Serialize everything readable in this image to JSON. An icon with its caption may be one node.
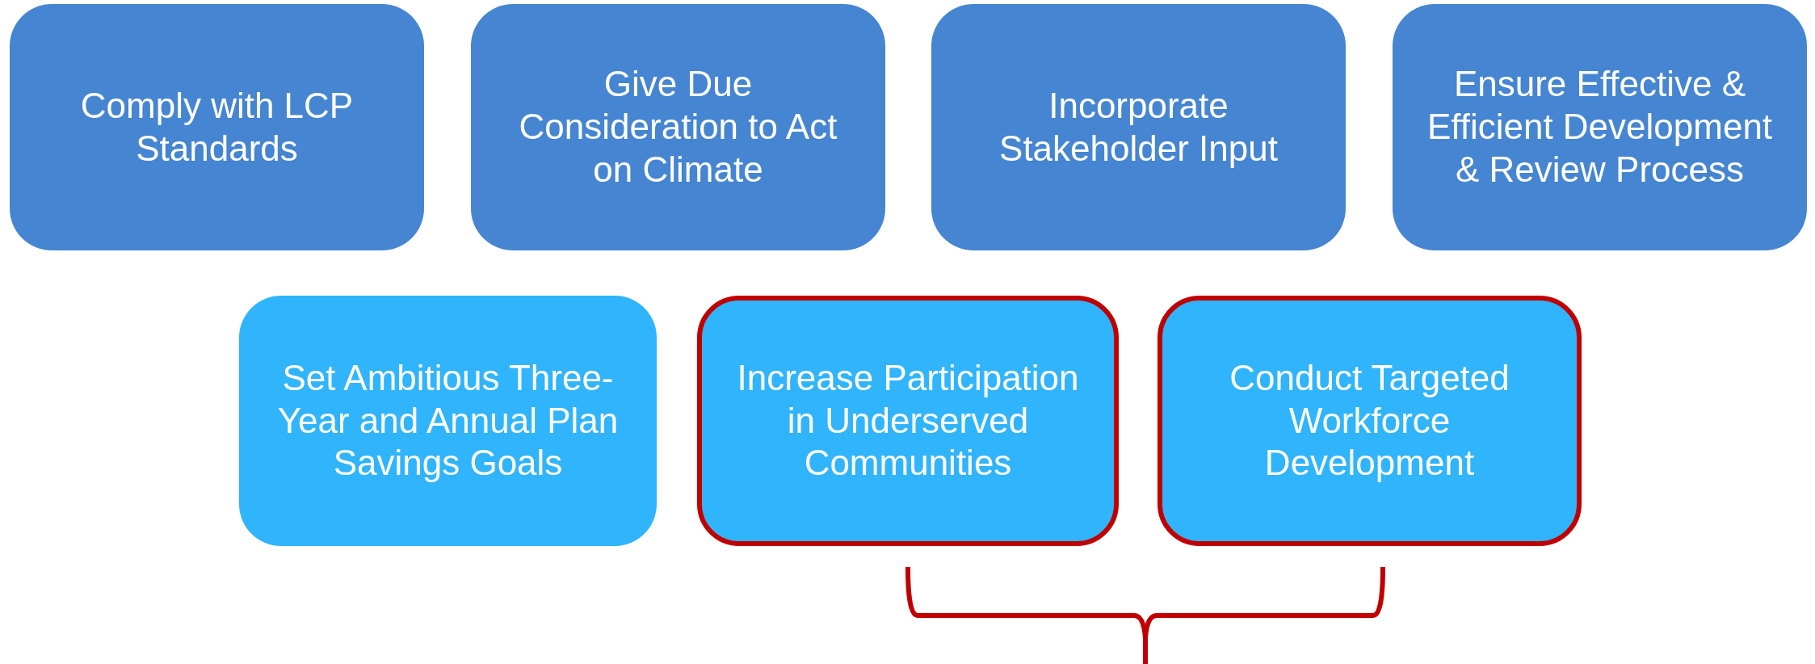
{
  "diagram": {
    "nodes": [
      {
        "text": [
          "Comply with LCP Standards"
        ]
      },
      {
        "text": [
          "Give Due Consideration to Act on Climate"
        ]
      },
      {
        "text": [
          "Incorporate Stakeholder Input"
        ]
      },
      {
        "text": [
          "Ensure Effective & Efficient Development & Review Process"
        ]
      },
      {
        "text": [
          "Set Ambitious Three-Year and Annual Plan Savings Goals"
        ]
      },
      {
        "text": [
          "Increase Participation in Underserved Communities"
        ]
      },
      {
        "text": [
          "Conduct Targeted Workforce Development"
        ]
      }
    ]
  }
}
